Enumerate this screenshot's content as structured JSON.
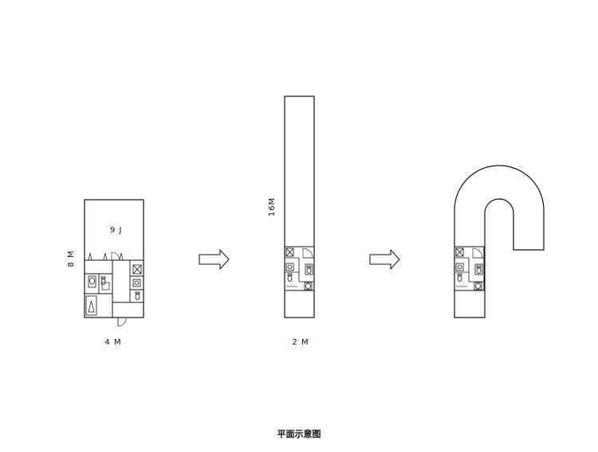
{
  "labels": {
    "room_area": "9 J",
    "height_a": "8 M",
    "width_a": "4 M",
    "height_b": "16M",
    "width_b": "2 M"
  },
  "caption": "平面示意图"
}
